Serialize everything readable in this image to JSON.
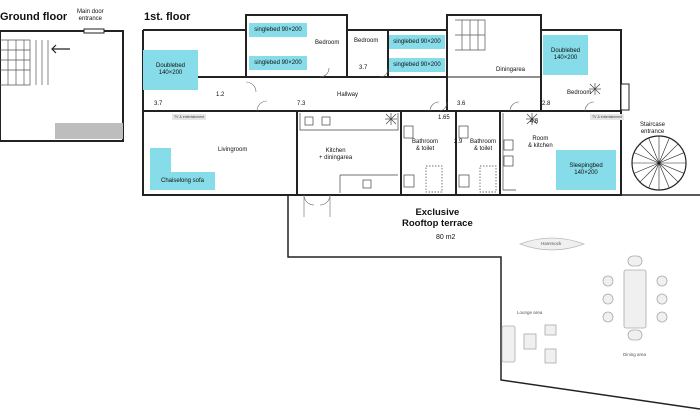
{
  "headings": {
    "ground_floor": "Ground floor",
    "first_floor": "1st. floor",
    "main_door": "Main door\nentrance",
    "staircase_entrance": "Staircase\nentrance"
  },
  "rooms": {
    "bedroom_1": "Bedroom",
    "bedroom_2": "Bedroom",
    "bedroom_3": "Bedroom",
    "hallway": "Hallway",
    "diningarea": "Diningarea",
    "livingroom": "Livingroom",
    "kitchen": "Kitchen\n+ diningarea",
    "bathroom_1": "Bathroom\n& toilet",
    "bathroom_2": "Bathroom\n& toilet",
    "room_kitchen": "Room\n& kitchen"
  },
  "beds": {
    "doublebed_left": "Doublebed\n140×200",
    "singlebed_1": "singlebed 90×200",
    "singlebed_2": "singlebed 90×200",
    "singlebed_3": "singlebed 90×200",
    "singlebed_4": "singlebed 90×200",
    "doublebed_right": "Doublebed\n140×200",
    "sleepingbed": "Sleepingbed\n140×200",
    "chaiselong": "Chaiselong sofa"
  },
  "dimensions": {
    "d1": "3.7",
    "d2": "1.2",
    "d3": "7.3",
    "d4": "3.7",
    "d5": "3.6",
    "d6": "2.8",
    "d7": "1.65",
    "d8": "2.9",
    "d9": "4.6"
  },
  "terrace": {
    "title": "Exclusive\nRooftop terrace",
    "area": "80 m2",
    "hammock": "Hammock",
    "lounge": "Lounge area",
    "dining": "Dining area"
  },
  "tags": {
    "tv_1": "TV & entertainment",
    "tv_2": "TV & entertainment"
  }
}
